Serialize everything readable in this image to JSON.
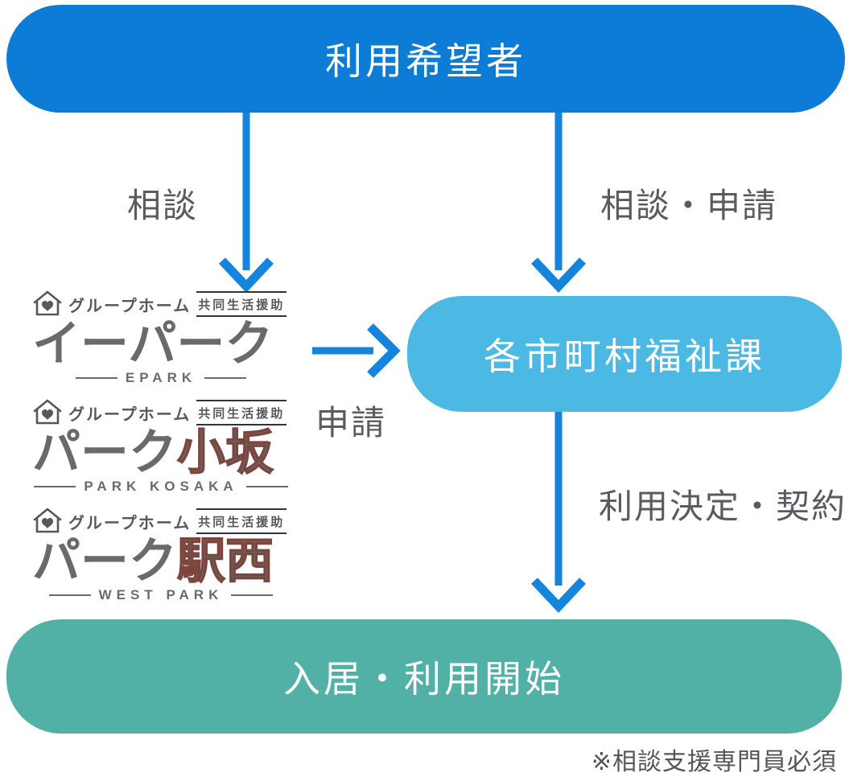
{
  "diagram_title": "group-home usage flow",
  "colors": {
    "primary_blue": "#0d7cd7",
    "arrow_blue": "#1584dd",
    "light_blue": "#4cb9e5",
    "teal": "#52b1a6",
    "label_gray": "#595b5e",
    "logo_gray": "#6a6a6a",
    "logo_header_gray": "#595757",
    "kanji_accent_stroke": "#7c463f",
    "node_text": "#ffffff"
  },
  "nodes": {
    "applicant": {
      "label": "利用希望者"
    },
    "welfare": {
      "label": "各市町村福祉課"
    },
    "start": {
      "label": "入居・利用開始"
    }
  },
  "edges": {
    "consult": {
      "label": "相談"
    },
    "consult_apply": {
      "label": "相談・申請"
    },
    "apply": {
      "label": "申請"
    },
    "decide": {
      "label": "利用決定・契約"
    }
  },
  "logos": [
    {
      "brand": "グループホーム",
      "category": "共同生活援助",
      "name_kana": "イーパーク",
      "name_kanji": "",
      "romaji": "EPARK"
    },
    {
      "brand": "グループホーム",
      "category": "共同生活援助",
      "name_kana": "パーク",
      "name_kanji": "小坂",
      "romaji": "PARK KOSAKA"
    },
    {
      "brand": "グループホーム",
      "category": "共同生活援助",
      "name_kana": "パーク",
      "name_kanji": "駅西",
      "romaji": "WEST PARK"
    }
  ],
  "footnote": "※相談支援専門員必須"
}
